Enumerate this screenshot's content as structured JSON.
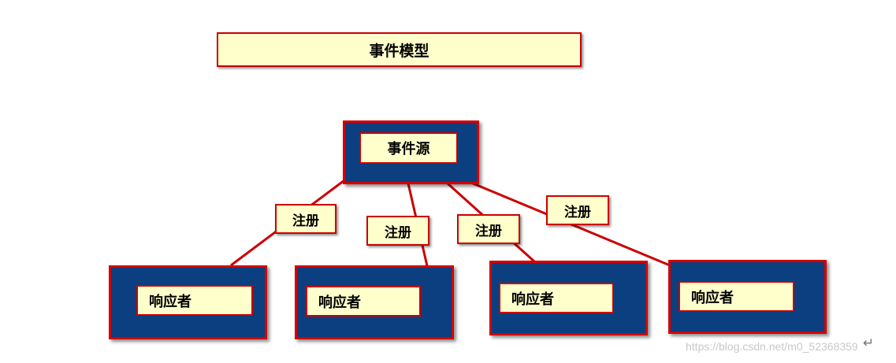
{
  "title": "事件模型",
  "source": {
    "label": "事件源"
  },
  "registrations": [
    "注册",
    "注册",
    "注册",
    "注册"
  ],
  "responders": [
    "响应者",
    "响应者",
    "响应者",
    "响应者"
  ],
  "watermark": "https://blog.csdn.net/m0_52368359",
  "enter_symbol": "↵",
  "colors": {
    "outer_fill": "#0b3f7f",
    "border": "#cc0000",
    "label_fill": "#ffffcc",
    "line": "#cc0000"
  }
}
